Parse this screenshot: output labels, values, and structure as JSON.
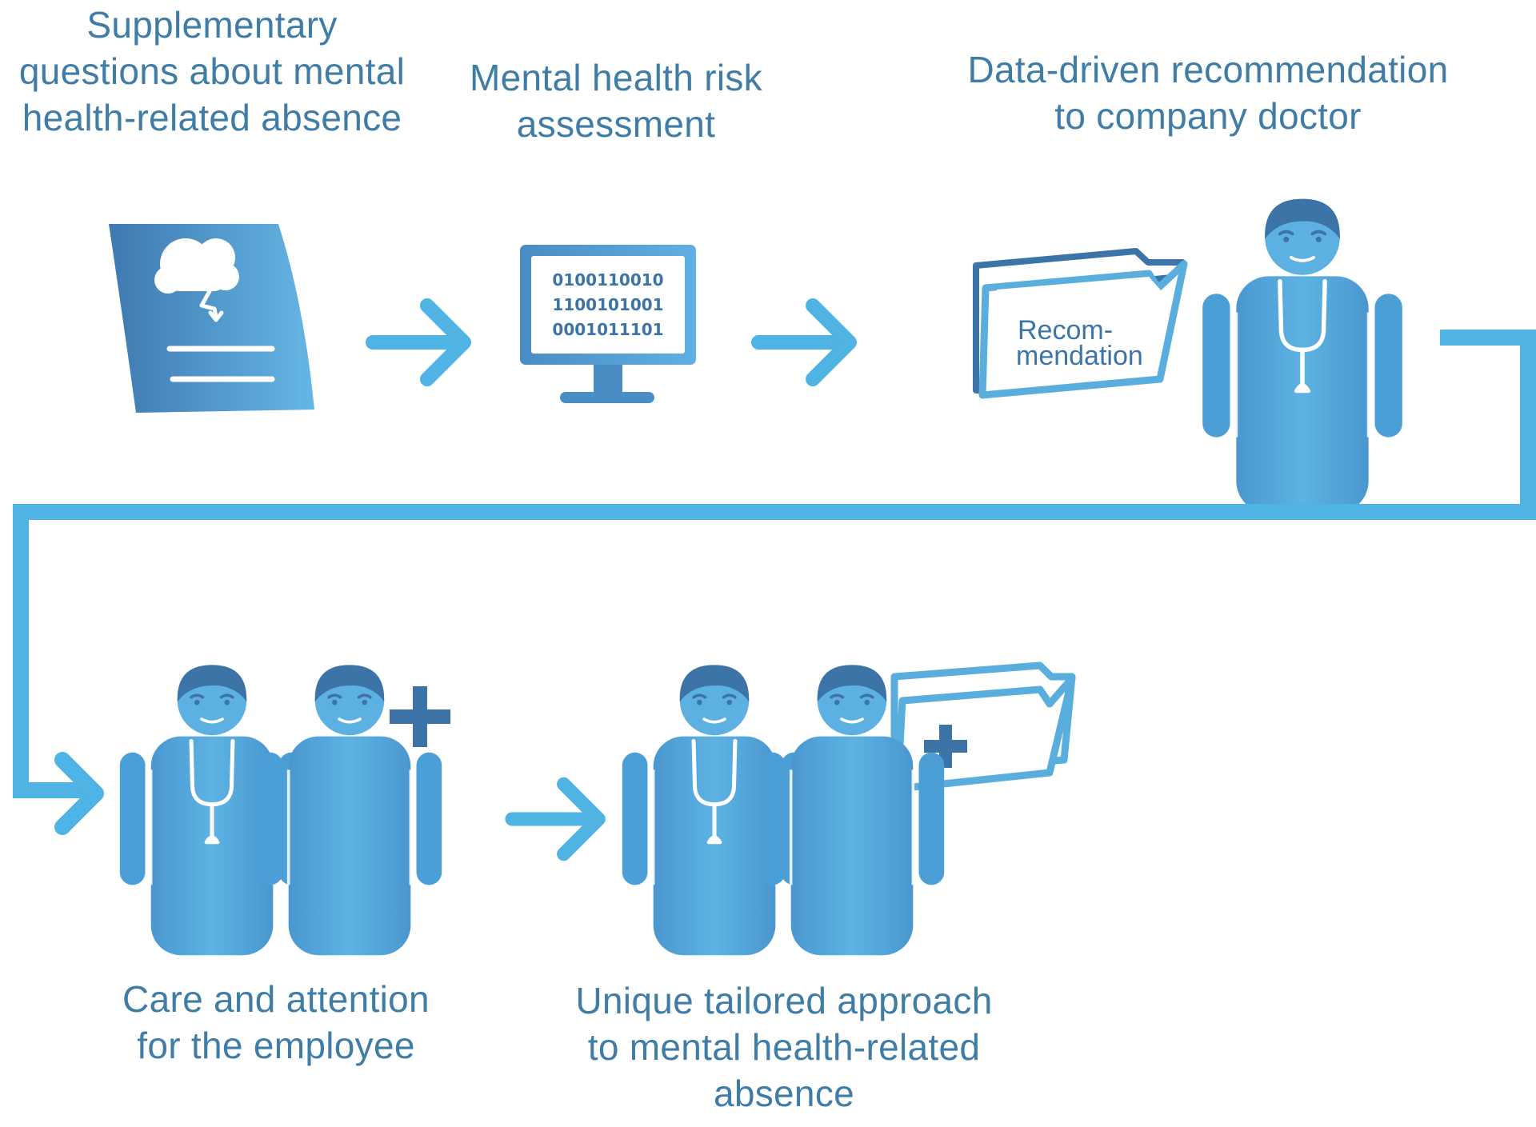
{
  "steps": {
    "step1": {
      "line1": "Supplementary",
      "line2": "questions about mental",
      "line3": "health-related absence"
    },
    "step2": {
      "line1": "Mental health risk",
      "line2": "assessment"
    },
    "step3": {
      "line1": "Data-driven recommendation",
      "line2": "to company doctor"
    },
    "step4": {
      "line1": "Care and attention",
      "line2": "for the employee"
    },
    "step5": {
      "line1": "Unique tailored approach",
      "line2": "to mental health-related",
      "line3": "absence"
    }
  },
  "monitor": {
    "row1": "0100110010",
    "row2": "1100101001",
    "row3": "0001011101"
  },
  "folder": {
    "line1": "Recom-",
    "line2": "mendation"
  },
  "icons": {
    "questionnaire": "document-storm-cloud-icon",
    "computer": "monitor-binary-icon",
    "folder": "folder-icon",
    "doctor": "doctor-stethoscope-icon",
    "patient": "person-icon",
    "medical_plus": "plus-icon",
    "arrow": "arrow-right-icon"
  },
  "colors": {
    "flow_line": "#4fb3e3",
    "figure_body": "#5aaede",
    "figure_dark": "#3c74a8",
    "text": "#3f7ca6"
  }
}
